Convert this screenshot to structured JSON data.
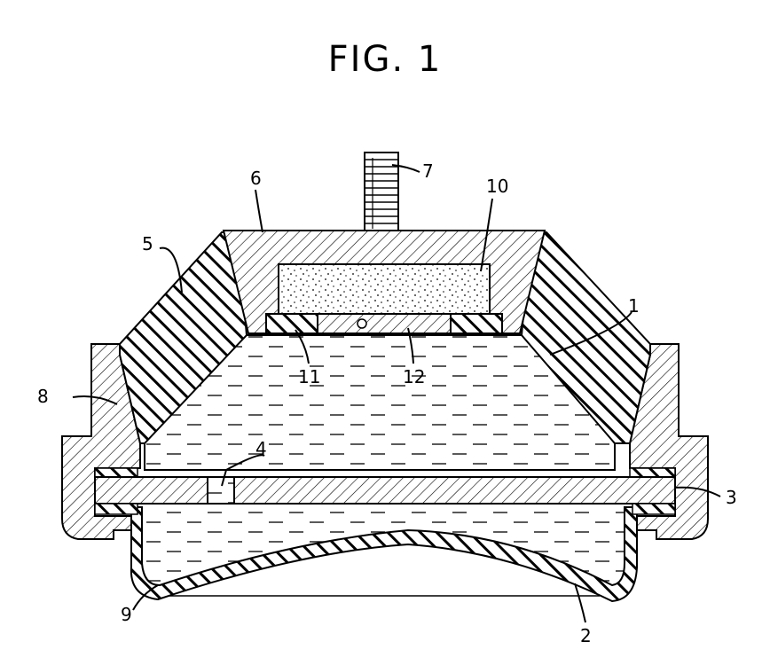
{
  "figure": {
    "title": "FIG. 1",
    "labels": {
      "l1": "1",
      "l2": "2",
      "l3": "3",
      "l4": "4",
      "l5": "5",
      "l6": "6",
      "l7": "7",
      "l8": "8",
      "l9": "9",
      "l10": "10",
      "l11": "11",
      "l12": "12"
    }
  }
}
